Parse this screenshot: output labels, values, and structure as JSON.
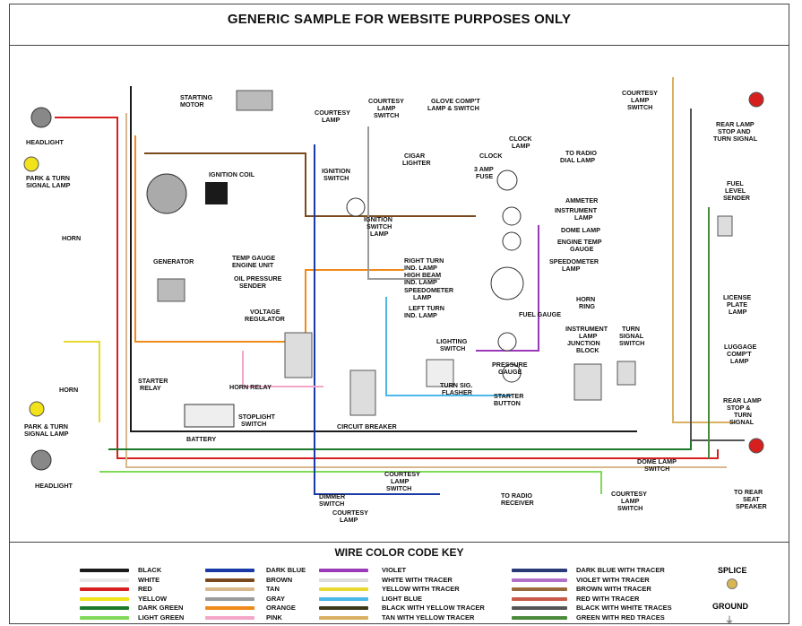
{
  "title": "GENERIC SAMPLE FOR WEBSITE PURPOSES ONLY",
  "components": {
    "headlight": "HEADLIGHT",
    "park_turn": [
      "PARK & TURN",
      "SIGNAL LAMP"
    ],
    "horn": "HORN",
    "starting_motor": [
      "STARTING",
      "MOTOR"
    ],
    "ignition_coil": "IGNITION COIL",
    "generator": "GENERATOR",
    "temp_gauge_unit": [
      "TEMP GAUGE",
      "ENGINE UNIT"
    ],
    "oil_pressure": [
      "OIL PRESSURE",
      "SENDER"
    ],
    "voltage_regulator": [
      "VOLTAGE",
      "REGULATOR"
    ],
    "starter_relay": [
      "STARTER",
      "RELAY"
    ],
    "horn_relay": "HORN RELAY",
    "stoplight_switch": [
      "STOPLIGHT",
      "SWITCH"
    ],
    "battery": "BATTERY",
    "circuit_breaker": "CIRCUIT BREAKER",
    "dimmer_switch": [
      "DIMMER",
      "SWITCH"
    ],
    "courtesy_lamp": [
      "COURTESY",
      "LAMP"
    ],
    "courtesy_lamp_switch": [
      "COURTESY",
      "LAMP",
      "SWITCH"
    ],
    "glove_compt": [
      "GLOVE COMP'T",
      "LAMP & SWITCH"
    ],
    "cigar_lighter": [
      "CIGAR",
      "LIGHTER"
    ],
    "ignition_switch": [
      "IGNITION",
      "SWITCH"
    ],
    "ignition_switch_lamp": [
      "IGNITION",
      "SWITCH",
      "LAMP"
    ],
    "clock": "CLOCK",
    "clock_lamp": [
      "CLOCK",
      "LAMP"
    ],
    "fuse": [
      "3 AMP",
      "FUSE"
    ],
    "radio_dial": [
      "TO RADIO",
      "DIAL LAMP"
    ],
    "ammeter": "AMMETER",
    "instrument_lamp": [
      "INSTRUMENT",
      "LAMP"
    ],
    "dome_lamp": "DOME LAMP",
    "engine_temp_gauge": [
      "ENGINE TEMP",
      "GAUGE"
    ],
    "speedometer_lamp": [
      "SPEEDOMETER",
      "LAMP"
    ],
    "right_turn": [
      "RIGHT TURN",
      "IND. LAMP"
    ],
    "high_beam": [
      "HIGH BEAM",
      "IND. LAMP"
    ],
    "speedometer_lamp2": [
      "SPEEDOMETER",
      "LAMP"
    ],
    "left_turn": [
      "LEFT TURN",
      "IND. LAMP"
    ],
    "fuel_gauge": "FUEL GAUGE",
    "horn_ring": [
      "HORN",
      "RING"
    ],
    "instrument_junction": [
      "INSTRUMENT",
      "LAMP",
      "JUNCTION",
      "BLOCK"
    ],
    "turn_signal_switch": [
      "TURN",
      "SIGNAL",
      "SWITCH"
    ],
    "lighting_switch": [
      "LIGHTING",
      "SWITCH"
    ],
    "turn_signal_flasher": [
      "TURN SIG.",
      "FLASHER"
    ],
    "pressure_gauge": [
      "PRESSURE",
      "GAUGE"
    ],
    "starter_button": [
      "STARTER",
      "BUTTON"
    ],
    "dome_lamp_switch": [
      "DOME LAMP",
      "SWITCH"
    ],
    "courtesy_lamp_switch_low": [
      "COURTESY",
      "LAMP",
      "SWITCH"
    ],
    "to_radio_receiver": [
      "TO RADIO",
      "RECEIVER"
    ],
    "to_rear_seat_speaker": [
      "TO REAR",
      "SEAT",
      "SPEAKER"
    ],
    "courtesy_lamp_switch_top": [
      "COURTESY",
      "LAMP",
      "SWITCH"
    ],
    "rear_lamp_top": [
      "REAR LAMP",
      "STOP AND",
      "TURN SIGNAL"
    ],
    "fuel_level_sender": [
      "FUEL",
      "LEVEL",
      "SENDER"
    ],
    "license_plate": [
      "LICENSE",
      "PLATE",
      "LAMP"
    ],
    "luggage_lamp": [
      "LUGGAGE",
      "COMP'T",
      "LAMP"
    ],
    "rear_lamp_bottom": [
      "REAR LAMP",
      "STOP &",
      "TURN",
      "SIGNAL"
    ]
  },
  "key": {
    "title": "WIRE COLOR CODE KEY",
    "columns": [
      [
        {
          "label": "BLACK",
          "color": "#1a1a1a"
        },
        {
          "label": "WHITE",
          "color": "#e8e8e8"
        },
        {
          "label": "RED",
          "color": "#d62020"
        },
        {
          "label": "YELLOW",
          "color": "#f2e21a"
        },
        {
          "label": "DARK GREEN",
          "color": "#1e7a2a"
        },
        {
          "label": "LIGHT GREEN",
          "color": "#7ed957"
        }
      ],
      [
        {
          "label": "DARK BLUE",
          "color": "#1a3aa8"
        },
        {
          "label": "BROWN",
          "color": "#7a4a1e"
        },
        {
          "label": "TAN",
          "color": "#d8b88a"
        },
        {
          "label": "GRAY",
          "color": "#9a9a9a"
        },
        {
          "label": "ORANGE",
          "color": "#f08a1a"
        },
        {
          "label": "PINK",
          "color": "#f4a6c8"
        }
      ],
      [
        {
          "label": "VIOLET",
          "color": "#9a3ab8"
        },
        {
          "label": "WHITE WITH TRACER",
          "color": "#dcdcdc"
        },
        {
          "label": "YELLOW WITH TRACER",
          "color": "#e8d830"
        },
        {
          "label": "LIGHT BLUE",
          "color": "#4ab8e8"
        },
        {
          "label": "BLACK WITH YELLOW TRACER",
          "color": "#3a3a1a"
        },
        {
          "label": "TAN WITH YELLOW TRACER",
          "color": "#d8b060"
        }
      ],
      [
        {
          "label": "DARK BLUE WITH TRACER",
          "color": "#2a3a78"
        },
        {
          "label": "VIOLET WITH TRACER",
          "color": "#b070c8"
        },
        {
          "label": "BROWN WITH TRACER",
          "color": "#9a6a3a"
        },
        {
          "label": "RED WITH TRACER",
          "color": "#c85a4a"
        },
        {
          "label": "BLACK WITH WHITE TRACES",
          "color": "#555555"
        },
        {
          "label": "GREEN WITH RED TRACES",
          "color": "#4a8a3a"
        }
      ]
    ],
    "splice": "SPLICE",
    "ground": "GROUND",
    "ground_symbol": "⏚"
  }
}
